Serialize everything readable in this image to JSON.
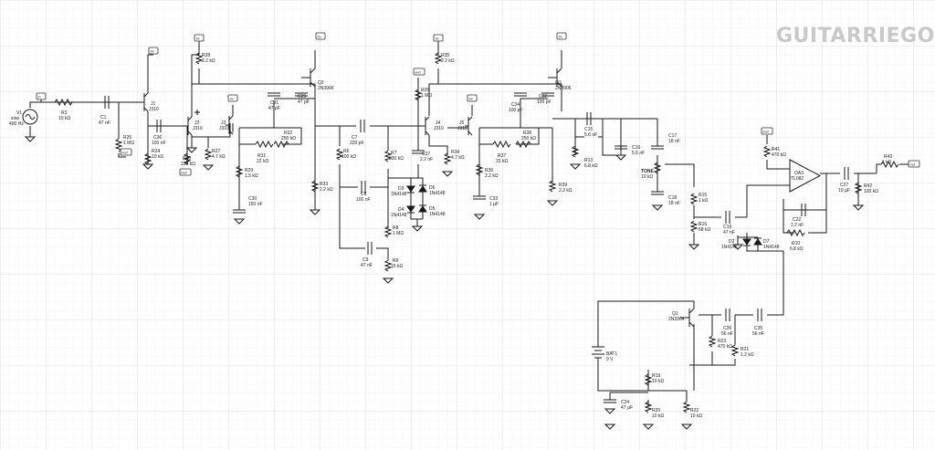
{
  "watermark": {
    "brand": "GUITARRIEGO"
  },
  "tags": {
    "plus": "9v",
    "ref": "vref",
    "input": "in",
    "output": "out"
  },
  "components": {
    "V1": {
      "ref": "V1",
      "value": "sine",
      "value2": "400 Hz"
    },
    "R3": {
      "ref": "R3",
      "value": "10 kΩ"
    },
    "C1": {
      "ref": "C1",
      "value": "47 nF"
    },
    "J1": {
      "ref": "J1",
      "value": "J310"
    },
    "R25": {
      "ref": "R25",
      "value": "1 MΩ"
    },
    "C36": {
      "ref": "C36",
      "value": "100 nF"
    },
    "R24": {
      "ref": "R24",
      "value": "10 kΩ"
    },
    "R28": {
      "ref": "R28",
      "value": "2.2 kΩ"
    },
    "J2": {
      "ref": "J2",
      "value": "J310"
    },
    "R40": {
      "ref": "R40",
      "value": "220 kΩ"
    },
    "R27": {
      "ref": "R27",
      "value": "4.7 kΩ"
    },
    "J3": {
      "ref": "J3",
      "value": "J310"
    },
    "C31": {
      "ref": "C31",
      "value": "47 pF"
    },
    "C29": {
      "ref": "C29",
      "value": "47 pF"
    },
    "Q2": {
      "ref": "Q2",
      "value": "2N3906"
    },
    "R31": {
      "ref": "R31",
      "value": "22 kΩ"
    },
    "R32": {
      "ref": "R32",
      "value": "250 kΩ"
    },
    "R29": {
      "ref": "R29",
      "value": "1.5 kΩ"
    },
    "C30": {
      "ref": "C30",
      "value": "150 nF"
    },
    "R33": {
      "ref": "R33",
      "value": "2.2 kΩ"
    },
    "C7": {
      "ref": "C7",
      "value": "220 pF"
    },
    "R6": {
      "ref": "R6",
      "value": "100 kΩ"
    },
    "C8": {
      "ref": "C8",
      "value": "100 nF"
    },
    "R7": {
      "ref": "R7",
      "value": "330 kΩ"
    },
    "D3": {
      "ref": "D3",
      "value": "1N4148"
    },
    "D6": {
      "ref": "D6",
      "value": "1N4148"
    },
    "D4": {
      "ref": "D4",
      "value": "1N4148"
    },
    "D5": {
      "ref": "D5",
      "value": "1N4148"
    },
    "R8": {
      "ref": "R8",
      "value": "1 MΩ"
    },
    "C9": {
      "ref": "C9",
      "value": "47 nF"
    },
    "R9": {
      "ref": "R9",
      "value": "15 kΩ"
    },
    "R35": {
      "ref": "R35",
      "value": "2.2 kΩ"
    },
    "R26": {
      "ref": "R26",
      "value": "1 MΩ"
    },
    "J4": {
      "ref": "J4",
      "value": "J310"
    },
    "C37": {
      "ref": "C37",
      "value": "2.2 nF"
    },
    "R34": {
      "ref": "R34",
      "value": "4.7 kΩ"
    },
    "J5": {
      "ref": "J5",
      "value": "J310"
    },
    "C34": {
      "ref": "C34",
      "value": "100 pF"
    },
    "C32": {
      "ref": "C32",
      "value": "100 pF"
    },
    "Q3": {
      "ref": "Q3",
      "value": "2N3906"
    },
    "R37": {
      "ref": "R37",
      "value": "33 kΩ"
    },
    "R38": {
      "ref": "R38",
      "value": "250 kΩ"
    },
    "R36": {
      "ref": "R36",
      "value": "2.2 kΩ"
    },
    "C33": {
      "ref": "C33",
      "value": "1 µF"
    },
    "R39": {
      "ref": "R39",
      "value": "2.2 kΩ"
    },
    "C15": {
      "ref": "C15",
      "value": "5.6 nF"
    },
    "R13": {
      "ref": "R13",
      "value": "6.8 kΩ"
    },
    "C16": {
      "ref": "C16",
      "value": "5.6 nF"
    },
    "C17": {
      "ref": "C17",
      "value": "18 nF"
    },
    "TONE": {
      "ref": "TONE",
      "value": "10 kΩ"
    },
    "C18": {
      "ref": "C18",
      "value": "18 nF"
    },
    "R15": {
      "ref": "R15",
      "value": "1 kΩ"
    },
    "R16": {
      "ref": "R16",
      "value": "68 kΩ"
    },
    "C19": {
      "ref": "C19",
      "value": "47 nF"
    },
    "R41": {
      "ref": "R41",
      "value": "470 kΩ"
    },
    "OA3": {
      "ref": "OA3",
      "value": "TL082"
    },
    "D2": {
      "ref": "D2",
      "value": "1N4148"
    },
    "D7": {
      "ref": "D7",
      "value": "1N4148"
    },
    "C22": {
      "ref": "C22",
      "value": "2.2 nF"
    },
    "R10": {
      "ref": "R10",
      "value": "6.8 kΩ"
    },
    "C27": {
      "ref": "C27",
      "value": "10 µF"
    },
    "R42": {
      "ref": "R42",
      "value": "100 kΩ"
    },
    "R43": {
      "ref": "R43",
      "value": "1 kΩ"
    },
    "Q1": {
      "ref": "Q1",
      "value": "2N3904"
    },
    "C26": {
      "ref": "C26",
      "value": "56 nF"
    },
    "C35": {
      "ref": "C35",
      "value": "56 nF"
    },
    "R23": {
      "ref": "R23",
      "value": "470 kΩ"
    },
    "R21": {
      "ref": "R21",
      "value": "1.2 kΩ"
    },
    "BAT1": {
      "ref": "BAT1",
      "value": "9 V"
    },
    "R19": {
      "ref": "R19",
      "value": "10 kΩ"
    },
    "C24": {
      "ref": "C24",
      "value": "47 µF"
    },
    "R20": {
      "ref": "R20",
      "value": "10 kΩ"
    },
    "R22": {
      "ref": "R22",
      "value": "10 kΩ"
    }
  }
}
